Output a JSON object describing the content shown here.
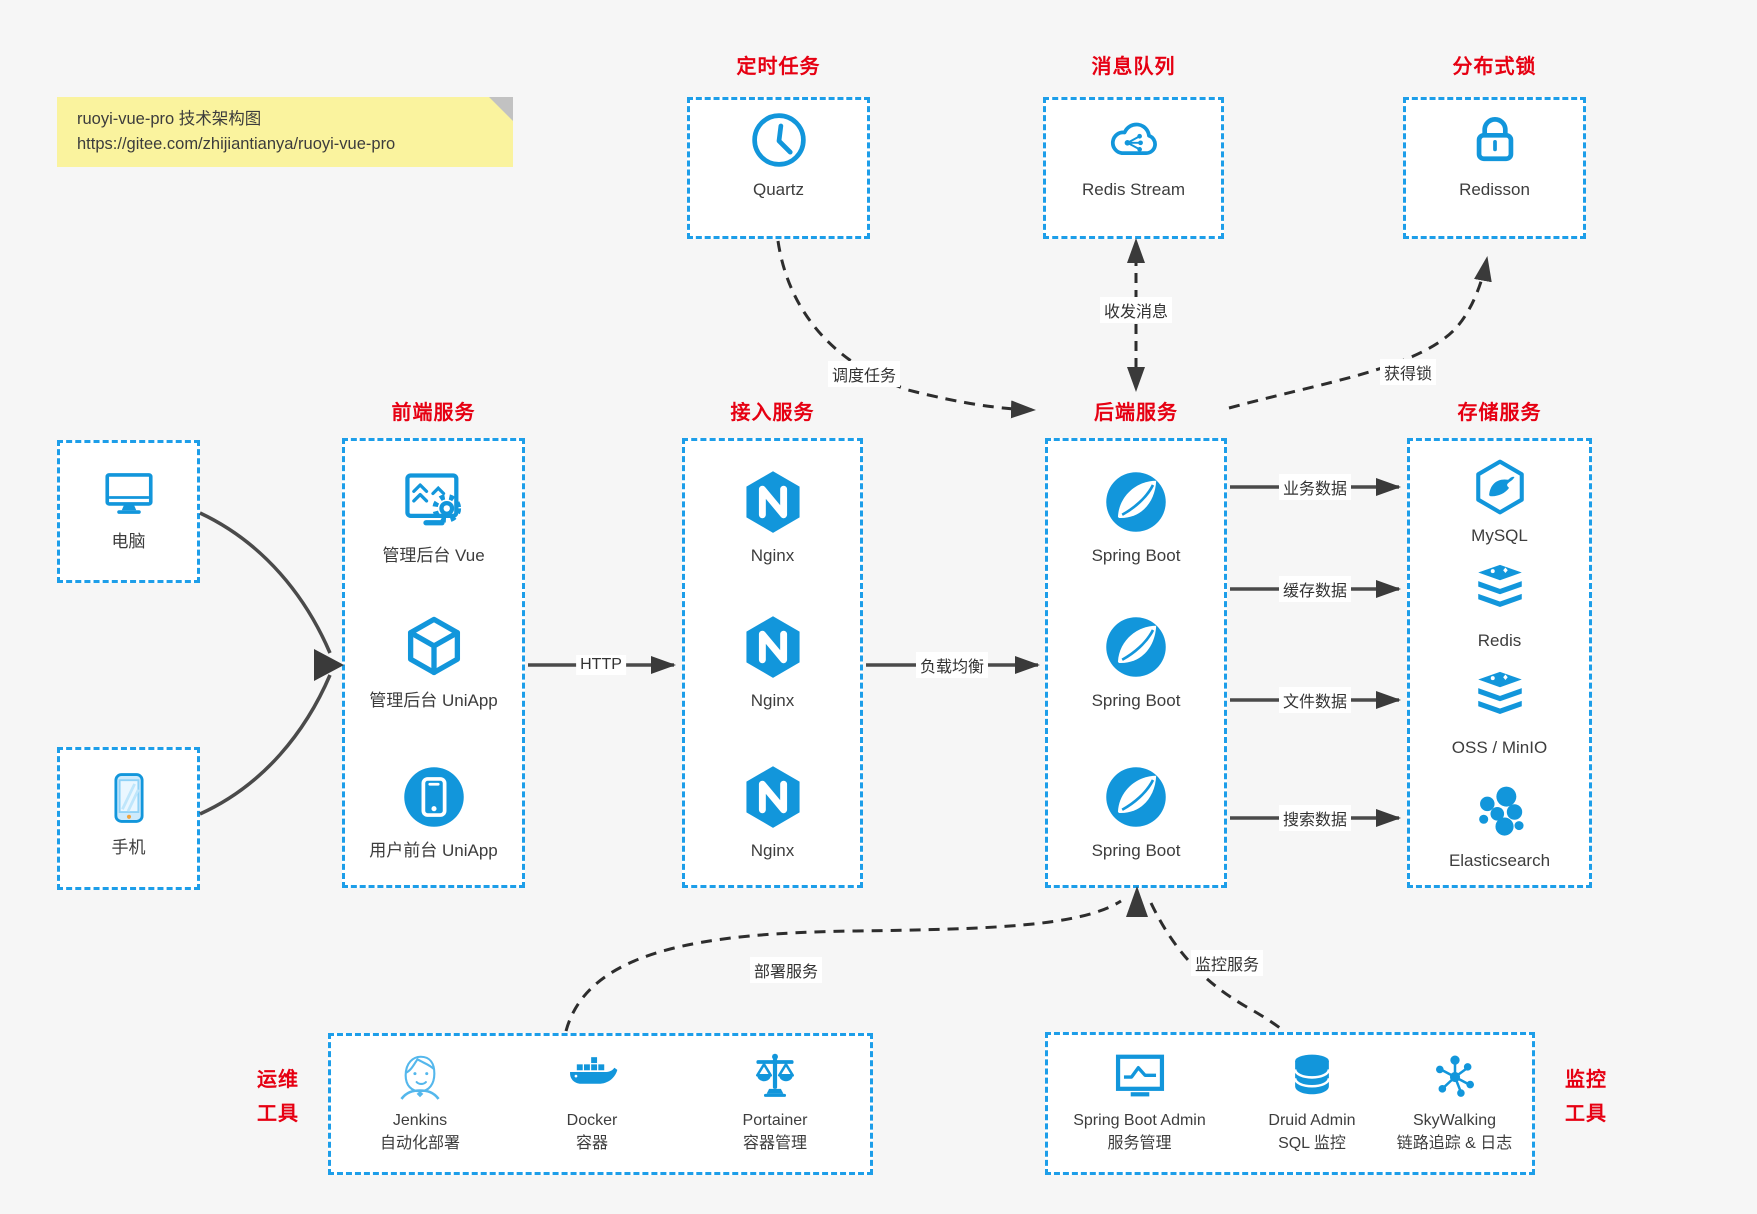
{
  "colors": {
    "canvas_bg": "#f6f6f6",
    "box_border_blue": "#1d9ee9",
    "icon_blue": "#1296db",
    "title_red": "#e60012",
    "note_yellow": "#faf39e",
    "arrow_gray": "#4a4a4a",
    "dashed_black": "#2d2d2d"
  },
  "note": {
    "line1": "ruoyi-vue-pro 技术架构图",
    "line2": "https://gitee.com/zhijiantianya/ruoyi-vue-pro"
  },
  "top_groups": [
    {
      "title": "定时任务",
      "node": {
        "label": "Quartz",
        "icon": "clock-icon"
      }
    },
    {
      "title": "消息队列",
      "node": {
        "label": "Redis Stream",
        "icon": "mq-cloud-icon"
      }
    },
    {
      "title": "分布式锁",
      "node": {
        "label": "Redisson",
        "icon": "lock-icon"
      }
    }
  ],
  "clients": [
    {
      "label": "电脑",
      "icon": "desktop-icon"
    },
    {
      "label": "手机",
      "icon": "smartphone-icon"
    }
  ],
  "columns": [
    {
      "title": "前端服务",
      "items": [
        {
          "label": "管理后台 Vue",
          "icon": "admin-vue-icon"
        },
        {
          "label": "管理后台 UniApp",
          "icon": "uniapp-cube-icon"
        },
        {
          "label": "用户前台 UniApp",
          "icon": "user-app-icon"
        }
      ]
    },
    {
      "title": "接入服务",
      "items": [
        {
          "label": "Nginx",
          "icon": "nginx-icon"
        },
        {
          "label": "Nginx",
          "icon": "nginx-icon"
        },
        {
          "label": "Nginx",
          "icon": "nginx-icon"
        }
      ]
    },
    {
      "title": "后端服务",
      "items": [
        {
          "label": "Spring Boot",
          "icon": "spring-boot-icon"
        },
        {
          "label": "Spring Boot",
          "icon": "spring-boot-icon"
        },
        {
          "label": "Spring Boot",
          "icon": "spring-boot-icon"
        }
      ]
    },
    {
      "title": "存储服务",
      "items": [
        {
          "label": "MySQL",
          "icon": "mysql-icon"
        },
        {
          "label": "Redis",
          "icon": "redis-icon"
        },
        {
          "label": "OSS / MinIO",
          "icon": "oss-minio-icon"
        },
        {
          "label": "Elasticsearch",
          "icon": "elasticsearch-icon"
        }
      ]
    }
  ],
  "edges": {
    "http": "HTTP",
    "load_balance": "负载均衡",
    "business_data": "业务数据",
    "cache_data": "缓存数据",
    "file_data": "文件数据",
    "search_data": "搜索数据",
    "schedule": "调度任务",
    "messages": "收发消息",
    "lock": "获得锁",
    "deploy": "部署服务",
    "monitor": "监控服务"
  },
  "bottom_groups": [
    {
      "title_line1": "运维",
      "title_line2": "工具",
      "items": [
        {
          "name": "Jenkins",
          "desc": "自动化部署",
          "icon": "jenkins-icon"
        },
        {
          "name": "Docker",
          "desc": "容器",
          "icon": "docker-icon"
        },
        {
          "name": "Portainer",
          "desc": "容器管理",
          "icon": "portainer-icon"
        }
      ]
    },
    {
      "title_line1": "监控",
      "title_line2": "工具",
      "items": [
        {
          "name": "Spring Boot Admin",
          "desc": "服务管理",
          "icon": "spring-boot-admin-icon"
        },
        {
          "name": "Druid Admin",
          "desc": "SQL 监控",
          "icon": "druid-icon"
        },
        {
          "name": "SkyWalking",
          "desc": "链路追踪 & 日志",
          "icon": "skywalking-icon"
        }
      ]
    }
  ]
}
